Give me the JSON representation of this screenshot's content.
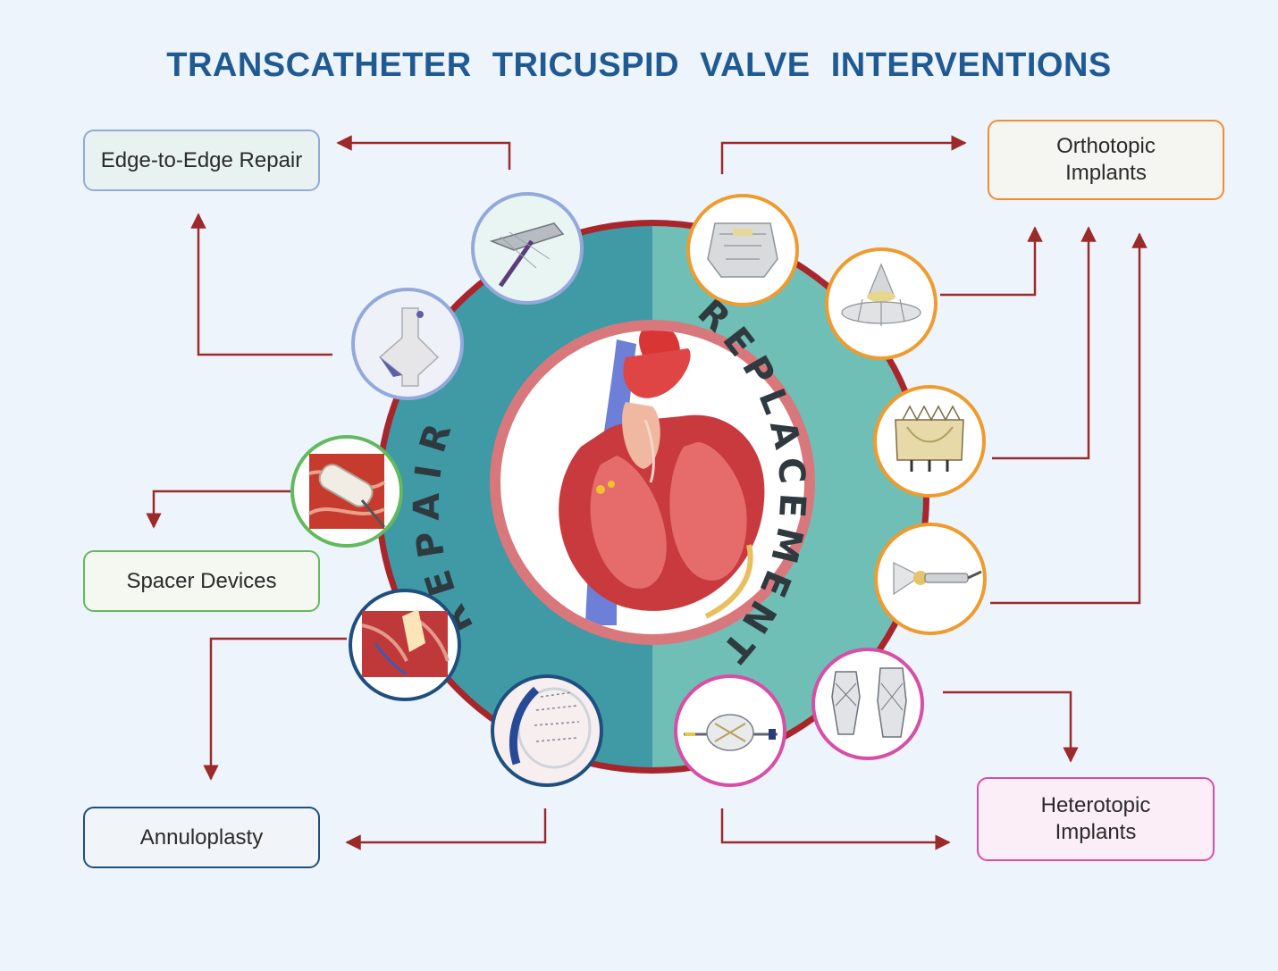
{
  "title": "TRANSCATHETER TRICUSPID VALVE INTERVENTIONS",
  "ring": {
    "left_label": "REPAIR",
    "right_label": "REPLACEMENT"
  },
  "boxes": {
    "edge_to_edge": {
      "line1": "Edge-to-Edge Repair",
      "line2": ""
    },
    "spacer": {
      "line1": "Spacer Devices",
      "line2": ""
    },
    "annuloplasty": {
      "line1": "Annuloplasty",
      "line2": ""
    },
    "orthotopic": {
      "line1": "Orthotopic",
      "line2": "Implants"
    },
    "heterotopic": {
      "line1": "Heterotopic",
      "line2": "Implants"
    }
  },
  "colors": {
    "background": "#eef4fc",
    "title": "#1f5a93",
    "arrow": "#9b2a2a",
    "ring_outer": "#a8252c",
    "ring_repair": "#3f9aa5",
    "ring_replacement": "#6fbfb6",
    "inner_ring": "#d9787c",
    "edge_to_edge_border": "#93a9dc",
    "spacer_border": "#63b95d",
    "annuloplasty_border": "#1e4f7f",
    "orthotopic_border": "#ef8d33",
    "heterotopic_border": "#d74ea5"
  },
  "device_icons": [
    "clip-device-icon",
    "leaflet-clip-icon",
    "spacer-balloon-icon",
    "annulus-suture-icon",
    "annuloplasty-band-icon",
    "self-expanding-valve-icon",
    "conical-valve-icon",
    "bovine-valve-icon",
    "delivery-system-valve-icon",
    "stent-valve-pair-icon",
    "caval-valve-catheter-icon"
  ],
  "center_icon": "heart-cross-section-icon"
}
